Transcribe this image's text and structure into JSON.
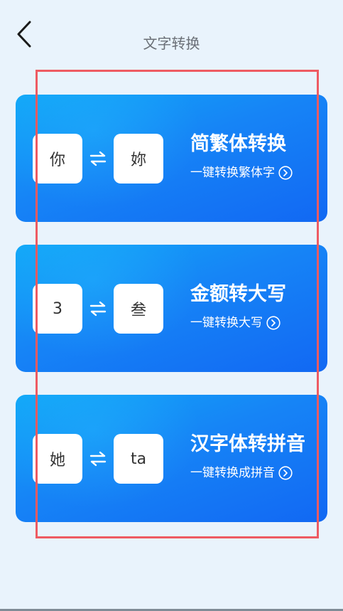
{
  "header": {
    "title": "文字转换",
    "back_icon": "chevron-left-icon"
  },
  "cards": [
    {
      "from": "你",
      "to": "妳",
      "title": "简繁体转换",
      "subtitle": "一键转换繁体字"
    },
    {
      "from": "3",
      "to": "叁",
      "title": "金额转大写",
      "subtitle": "一键转换大写"
    },
    {
      "from": "她",
      "to": "ta",
      "title": "汉字体转拼音",
      "subtitle": "一键转换成拼音"
    }
  ],
  "colors": {
    "background": "#e9f3fc",
    "card_gradient_start": "#12a8f8",
    "card_gradient_end": "#1268f3",
    "highlight": "#ee5b62"
  }
}
